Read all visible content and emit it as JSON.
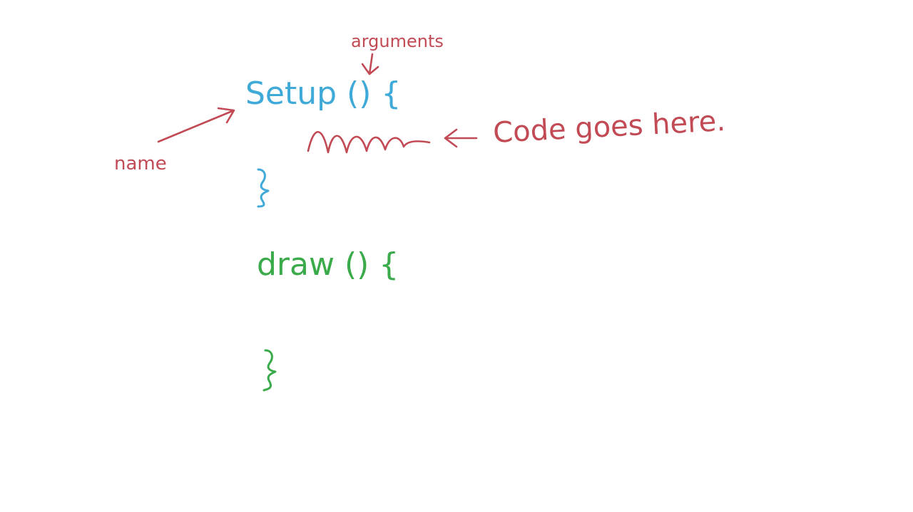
{
  "colors": {
    "background": "#ffffff",
    "setup_ink": "#3fa9d8",
    "annotation_ink": "#c24a55",
    "draw_ink": "#3aaa4a"
  },
  "setup_block": {
    "signature": "Setup () {"
  },
  "annotations": {
    "arguments": "arguments",
    "name": "name",
    "code_goes_here": "Code goes here."
  },
  "draw_block": {
    "signature": "draw () {"
  }
}
